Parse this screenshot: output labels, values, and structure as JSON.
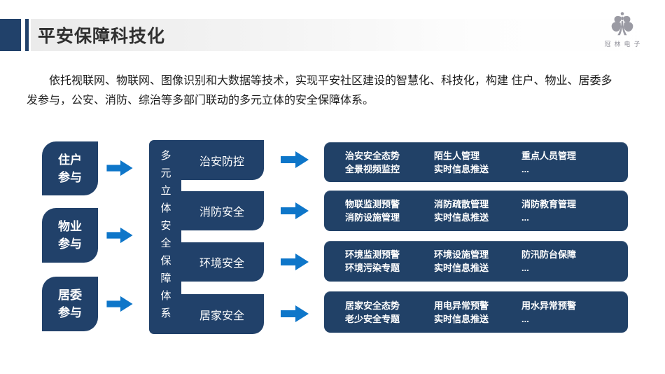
{
  "header": {
    "title": "平安保障科技化"
  },
  "logo": {
    "company": "冠林电子"
  },
  "intro": {
    "line1": "依托视联网、物联网、图像识别和大数据等技术，实现平安社区建设的智慧化、科技化，构建 住户、物业、居委多",
    "line2": "发参与，公安、消防、综治等多部门联动的多元立体的安全保障体系。"
  },
  "diagram": {
    "participants": [
      "住户\n参与",
      "物业\n参与",
      "居委\n参与"
    ],
    "system_label": "多元立体安全保障体系",
    "branches": [
      "治安防控",
      "消防安全",
      "环境安全",
      "居家安全"
    ],
    "detail_rows": [
      [
        "治安安全态势\n全景视频监控",
        "陌生人管理\n实时信息推送",
        "重点人员管理\n..."
      ],
      [
        "物联监测预警\n消防设施管理",
        "消防疏散管理\n实时信息推送",
        "消防教育管理\n..."
      ],
      [
        "环境监测预警\n环境污染专题",
        "环境设施管理\n实时信息推送",
        "防汛防台保障\n..."
      ],
      [
        "居家安全态势\n老少安全专题",
        "用电异常预警\n实时信息推送",
        "用水异常预警\n..."
      ]
    ],
    "colors": {
      "navy": "#21416a",
      "arrow_blue": "#0e76c9",
      "title_gray_band": "#ebebeb"
    }
  }
}
